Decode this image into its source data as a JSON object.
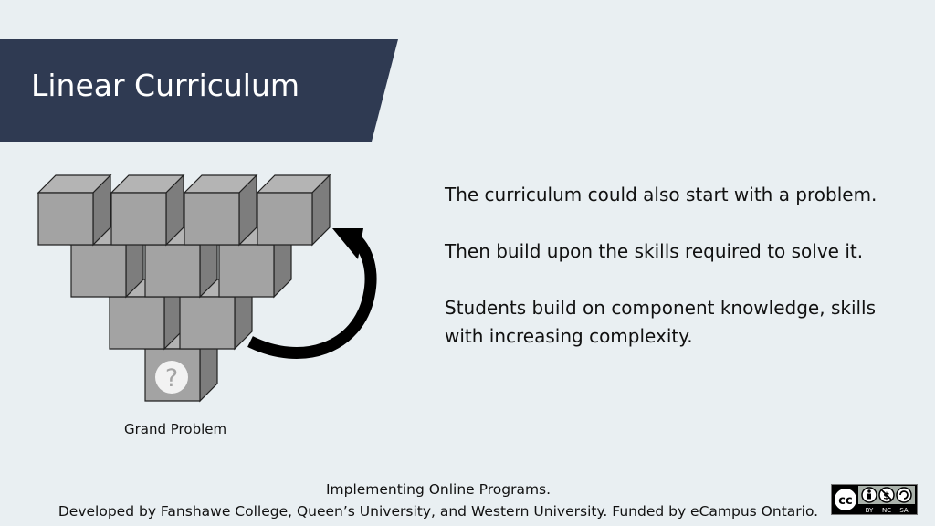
{
  "slide": {
    "title": "Linear Curriculum",
    "colors": {
      "banner": "#2f3a52",
      "background": "#e9eff2",
      "block_front": "#a3a3a3",
      "arrow": "#000000"
    }
  },
  "diagram": {
    "label": "Grand Problem",
    "icon": "question-mark-icon",
    "rows": [
      4,
      3,
      2,
      1
    ]
  },
  "body": {
    "paragraphs": [
      "The curriculum could also start with a problem.",
      "Then build upon the skills required to solve it.",
      "Students build on component knowledge, skills with increasing complexity."
    ]
  },
  "footer": {
    "line1": "Implementing Online Programs.",
    "line2": "Developed by Fanshawe College, Queen’s University, and Western University. Funded by eCampus Ontario."
  },
  "license_badge": {
    "icon": "creative-commons-by-nc-sa-icon",
    "labels": [
      "BY",
      "NC",
      "SA"
    ]
  }
}
